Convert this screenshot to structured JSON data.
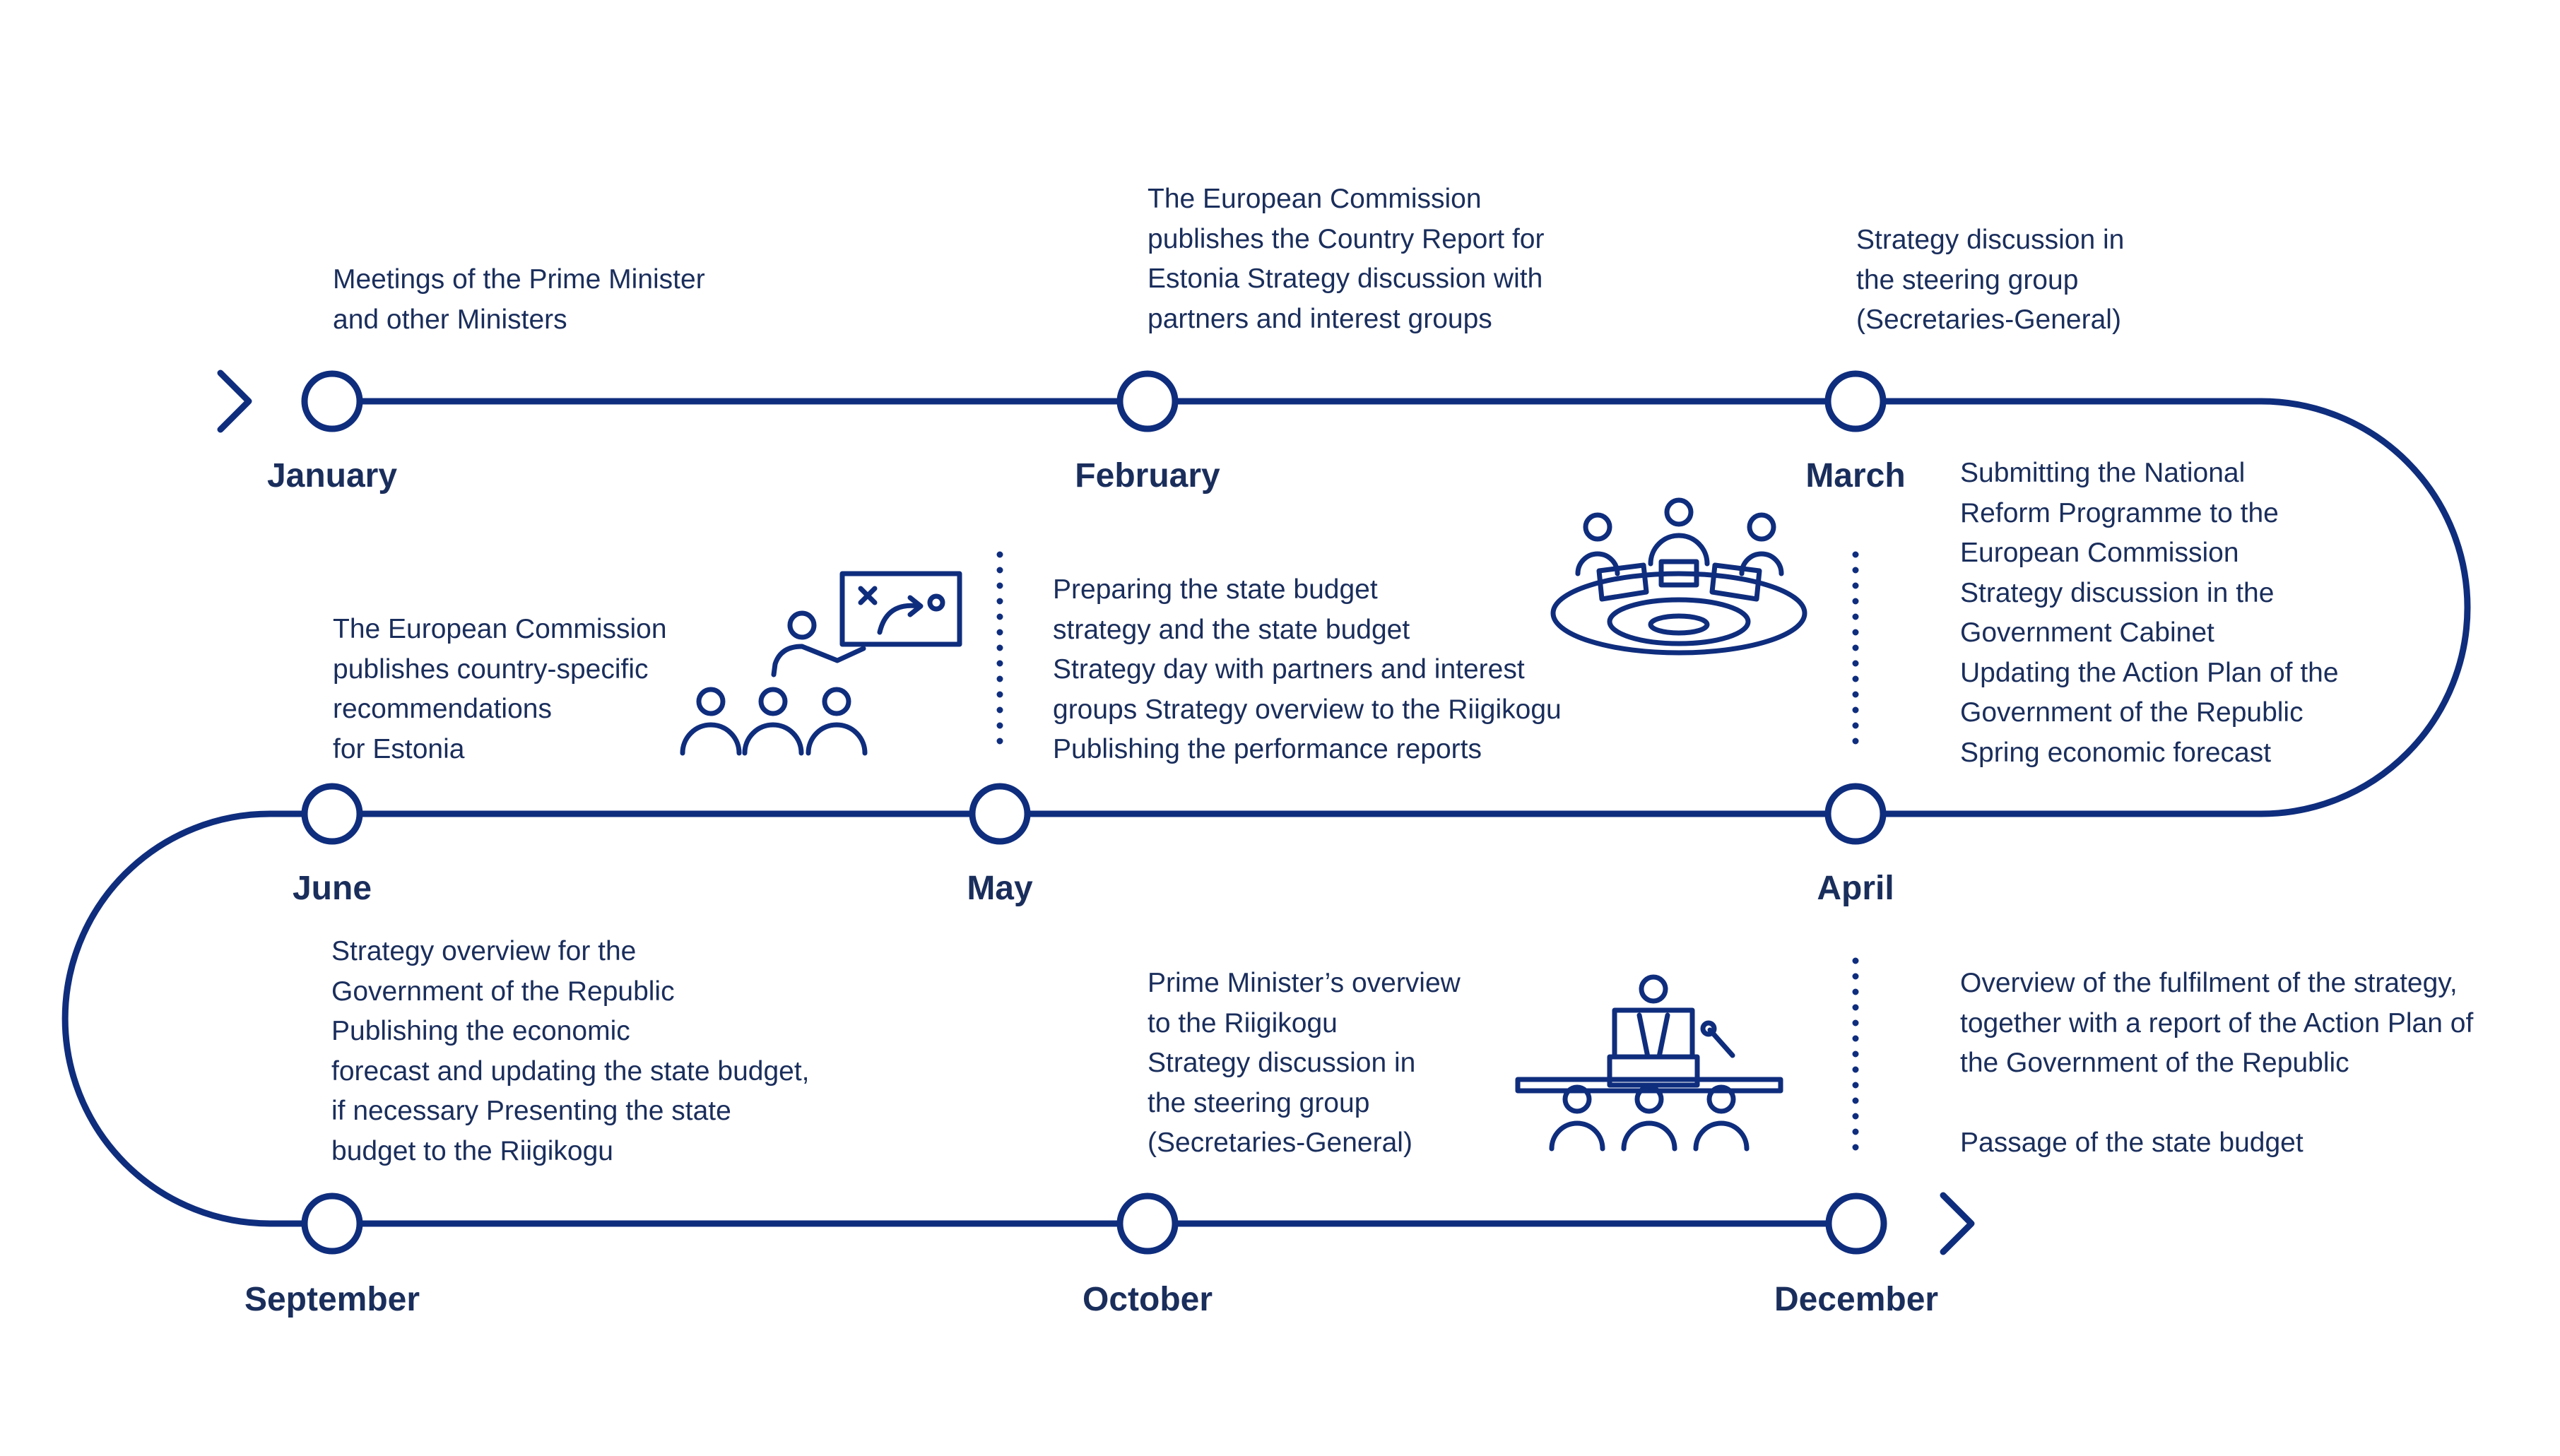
{
  "colors": {
    "line": "#0f2d7d",
    "text": "#1a2e5c",
    "background": "#ffffff"
  },
  "months": {
    "january": "January",
    "february": "February",
    "march": "March",
    "april": "April",
    "may": "May",
    "june": "June",
    "september": "September",
    "october": "October",
    "december": "December"
  },
  "descriptions": {
    "january": [
      "Meetings of the Prime Minister",
      "and other Ministers"
    ],
    "february": [
      "The European Commission",
      "publishes the Country Report for",
      "Estonia Strategy discussion with",
      "partners and interest groups"
    ],
    "march": [
      "Strategy discussion in",
      "the steering group",
      "(Secretaries-General)"
    ],
    "april": [
      "Submitting the National",
      "Reform Programme to the",
      "European Commission",
      "Strategy discussion in the",
      "Government Cabinet",
      "Updating the Action Plan of the",
      "Government of the Republic",
      "Spring economic forecast"
    ],
    "may": [
      "Preparing the state budget",
      "strategy and the state budget",
      "Strategy day with partners and interest",
      "groups Strategy overview to the Riigikogu",
      "Publishing the performance reports"
    ],
    "june": [
      "The European Commission",
      "publishes country-specific",
      "recommendations",
      "for Estonia"
    ],
    "september": [
      "Strategy overview for the",
      "Government of the Republic",
      "Publishing the economic",
      "forecast and updating the state budget,",
      "if necessary Presenting the state",
      "budget to the Riigikogu"
    ],
    "october": [
      "Prime Minister’s overview",
      "to the Riigikogu",
      "Strategy discussion in",
      "the steering group",
      "(Secretaries-General)"
    ],
    "december": [
      "Overview of the fulfilment of the strategy,",
      "together with a report of the Action Plan of",
      "the Government of the Republic",
      "",
      "Passage of the state budget"
    ]
  },
  "icons": {
    "presentation": "presentation-board-icon",
    "meeting": "round-table-meeting-icon",
    "parliament": "parliament-podium-icon",
    "arrow": "chevron-right-icon"
  }
}
